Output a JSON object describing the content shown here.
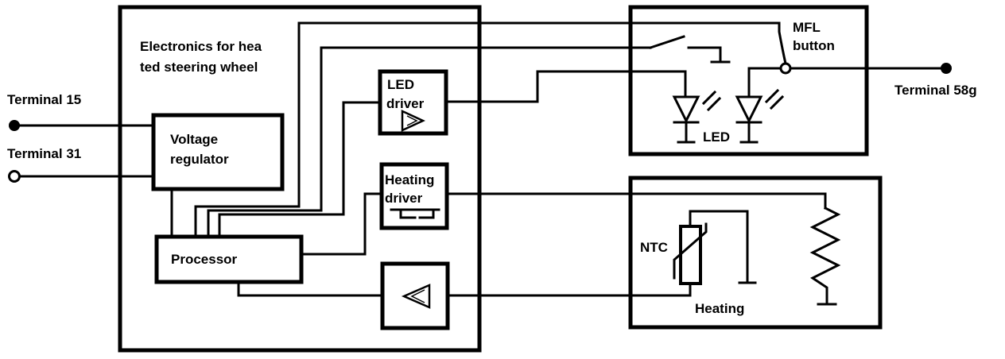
{
  "electronics_box": {
    "title_line1": "Electronics for hea",
    "title_line2": "ted steering wheel"
  },
  "terminals": {
    "t15": "Terminal 15",
    "t31": "Terminal 31",
    "t58g": "Terminal 58g"
  },
  "blocks": {
    "voltage_regulator": {
      "line1": "Voltage",
      "line2": "regulator"
    },
    "processor": "Processor",
    "led_driver": {
      "line1": "LED",
      "line2": "driver"
    },
    "heating_driver": {
      "line1": "Heating",
      "line2": "driver"
    }
  },
  "switch_box": {
    "mfl_line1": "MFL",
    "mfl_line2": "button",
    "led_label": "LED"
  },
  "heating_box": {
    "ntc_label": "NTC",
    "heating_label": "Heating"
  }
}
